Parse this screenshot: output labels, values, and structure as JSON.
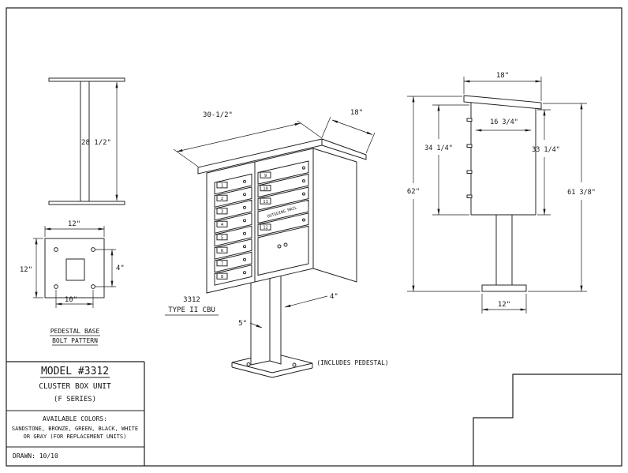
{
  "drawing": {
    "pedestal_front": {
      "height_dim": "28 1/2\""
    },
    "bolt_pattern": {
      "width_dim": "12\"",
      "height_dim": "12\"",
      "hole_v_dim": "4\"",
      "hole_h_dim": "10\"",
      "caption1": "PEDESTAL BASE",
      "caption2": "BOLT PATTERN"
    },
    "isometric": {
      "width_dim": "30-1/2\"",
      "depth_dim": "18\"",
      "post_depth_dim": "4\"",
      "post_width_dim": "5\"",
      "model": "3312",
      "type": "TYPE II CBU",
      "note": "(INCLUDES PEDESTAL)",
      "outgoing": "OUTGOING MAIL",
      "doors_left": [
        "1",
        "2",
        "3",
        "4",
        "5",
        "6",
        "7",
        "8"
      ],
      "doors_right": [
        "9",
        "10",
        "11",
        "12"
      ]
    },
    "side_view": {
      "top_width_dim": "18\"",
      "inner_width_dim": "16 3/4\"",
      "front_height_dim": "34 1/4\"",
      "rear_height_dim": "33 1/4\"",
      "total_front_dim": "62\"",
      "total_rear_dim": "61 3/8\"",
      "base_width_dim": "12\""
    }
  },
  "title_block": {
    "model": "MODEL #3312",
    "unit_name": "CLUSTER BOX UNIT",
    "series": "(F SERIES)",
    "colors_header": "AVAILABLE COLORS:",
    "colors_line1": "SANDSTONE, BRONZE, GREEN, BLACK, WHITE",
    "colors_line2": "OR GRAY (FOR REPLACEMENT UNITS)",
    "drawn": "DRAWN: 10/10"
  }
}
